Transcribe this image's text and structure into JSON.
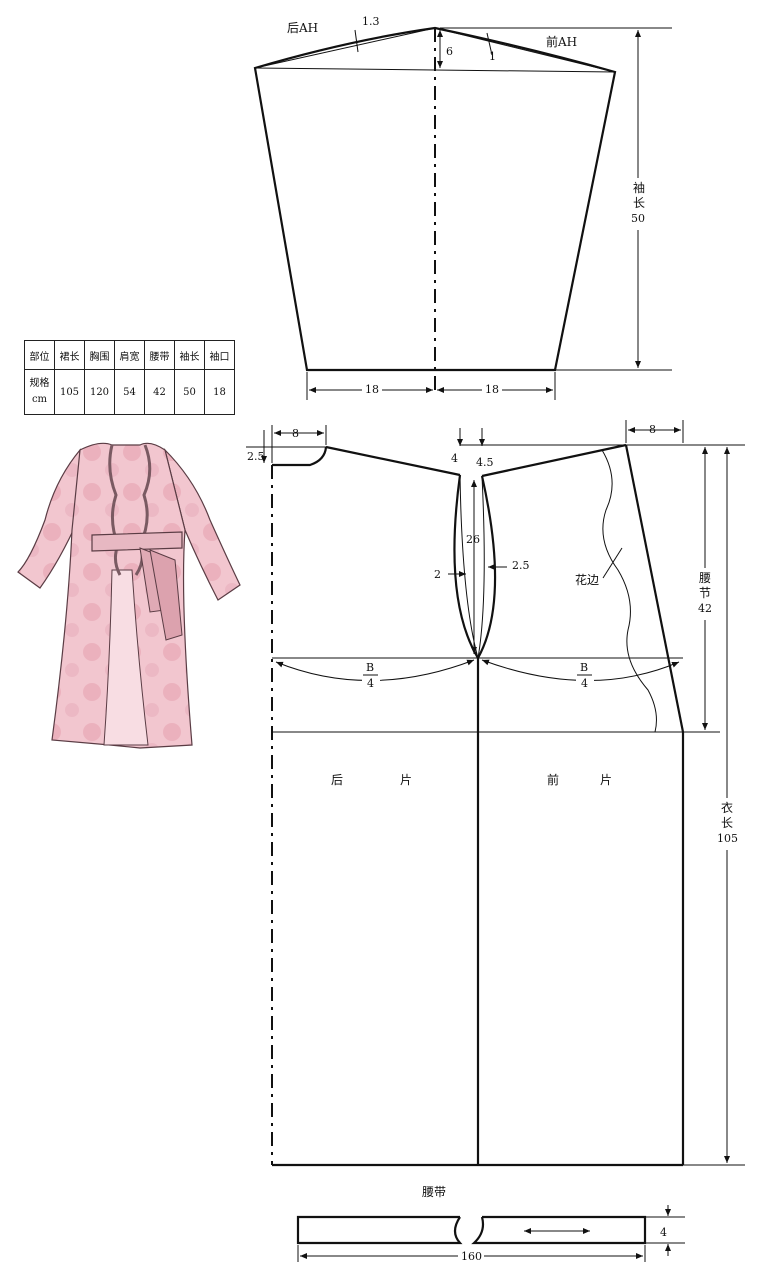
{
  "spec_table": {
    "headers": [
      "部位",
      "裙长",
      "胸围",
      "肩宽",
      "腰带",
      "袖长",
      "袖口"
    ],
    "row_label_line1": "规格",
    "row_label_line2": "cm",
    "values": [
      "105",
      "120",
      "54",
      "42",
      "50",
      "18"
    ]
  },
  "sleeve": {
    "back_ah": "后AH",
    "front_ah": "前AH",
    "back_ease": "1.3",
    "front_ease": "1",
    "cap_height": "6",
    "length_label": [
      "袖",
      "长",
      "50"
    ],
    "cuff_left": "18",
    "cuff_right": "18"
  },
  "body": {
    "back_neck_width": "8",
    "back_neck_depth": "2.5",
    "front_neck_width": "8",
    "shoulder_drop": "4",
    "shoulder_offset": "4.5",
    "dart_length": "26",
    "dart_left": "2",
    "dart_right": "2.5",
    "lace_label": "花边",
    "bust_left_num": "B",
    "bust_left_den": "4",
    "bust_right_num": "B",
    "bust_right_den": "4",
    "back_piece": [
      "后",
      "片"
    ],
    "front_piece": [
      "前",
      "片"
    ],
    "waist_label": [
      "腰",
      "节",
      "42"
    ],
    "garment_length_label": [
      "衣",
      "长",
      "105"
    ]
  },
  "belt": {
    "title": "腰带",
    "width": "4",
    "length": "160"
  },
  "colors": {
    "robe_pink": "#f2c6cf",
    "robe_spot": "#e9a9b6",
    "robe_outline": "#5a3c44",
    "lace": "#7a5a62"
  }
}
